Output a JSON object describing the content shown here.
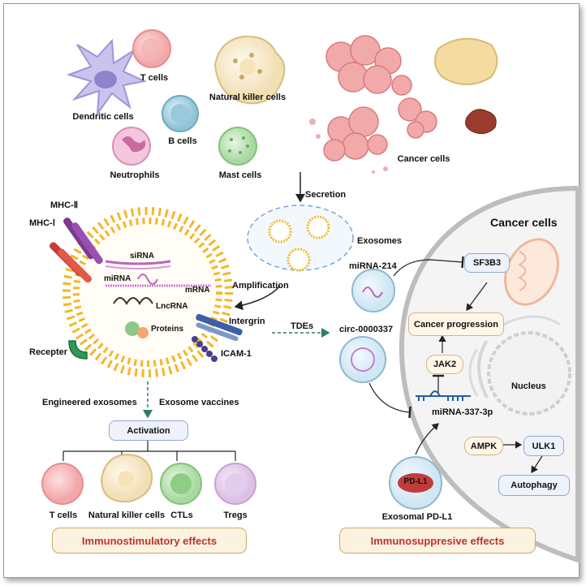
{
  "immune_cells": {
    "t_cells": "T cells",
    "dendritic_cells": "Dendritic cells",
    "natural_killer_cells": "Natural killer cells",
    "b_cells": "B cells",
    "neutrophils": "Neutrophils",
    "mast_cells": "Mast cells"
  },
  "cancer": {
    "cancer_cells_label": "Cancer cells",
    "secretion": "Secretion",
    "exosomes": "Exosomes",
    "amplification": "Amplification",
    "tdes": "TDEs",
    "panel_title": "Cancer cells"
  },
  "exosome": {
    "mhc_ii": "MHC-Ⅱ",
    "mhc_i": "MHC-Ⅰ",
    "sirna": "siRNA",
    "mirna": "miRNA",
    "mrna": "mRNA",
    "lncrna": "LncRNA",
    "proteins": "Proteins",
    "intergrin": "Intergrin",
    "recepter": "Recepter",
    "icam": "ICAM-1",
    "engineered": "Engineered exosomes",
    "vaccines": "Exosome vaccines",
    "activation": "Activation"
  },
  "activated_cells": {
    "t_cells": "T cells",
    "nk_cells": "Natural killer cells",
    "ctls": "CTLs",
    "tregs": "Tregs"
  },
  "pathway": {
    "mirna_214": "miRNA-214",
    "sf3b3": "SF3B3",
    "progression": "Cancer progression",
    "circ": "circ-0000337",
    "jak2": "JAK2",
    "nucleus": "Nucleus",
    "mirna_337": "miRNA-337-3p",
    "ampk": "AMPK",
    "ulk1": "ULK1",
    "autophagy": "Autophagy",
    "pdl1": "PD-L1",
    "exosomal_pdl1": "Exosomal PD-L1"
  },
  "effects": {
    "immunostimulatory": "Immunostimulatory effects",
    "immunosuppressive": "Immunosuppresive effects"
  },
  "colors": {
    "accent_red": "#c0332b",
    "membrane_yellow": "#f2b829",
    "cancer_pink": "#e8a0a4",
    "box_blue": "#eef3fb"
  }
}
